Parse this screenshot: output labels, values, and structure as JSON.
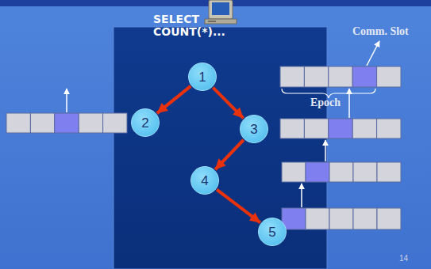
{
  "diagram": {
    "nodes": [
      {
        "text": [
          "1"
        ]
      },
      {
        "text": [
          "2"
        ]
      },
      {
        "text": [
          "3"
        ]
      },
      {
        "text": [
          "4"
        ]
      },
      {
        "text": [
          "5"
        ]
      }
    ],
    "edges": [
      {
        "from": 0,
        "to": 1,
        "arrow": "to"
      },
      {
        "from": 0,
        "to": 2,
        "arrow": "to"
      },
      {
        "from": 2,
        "to": 3,
        "arrow": "to"
      },
      {
        "from": 3,
        "to": 4,
        "arrow": "to"
      }
    ],
    "labels": [
      "SELECT COUNT(*)...",
      "Comm. Slot",
      "Epoch",
      "14"
    ]
  }
}
